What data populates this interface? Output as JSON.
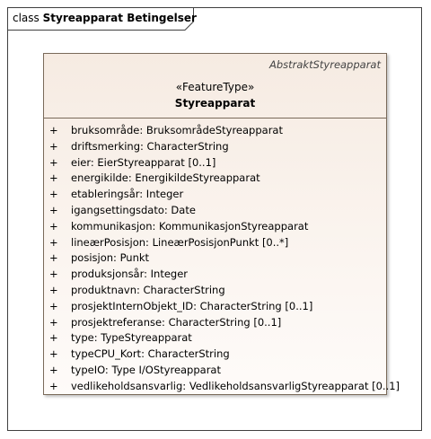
{
  "frame": {
    "kind": "class",
    "name": "Styreapparat Betingelser"
  },
  "class": {
    "parent": "AbstraktStyreapparat",
    "stereotype": "«FeatureType»",
    "name": "Styreapparat",
    "attributes": [
      {
        "visibility": "+",
        "text": "bruksområde: BruksområdeStyreapparat"
      },
      {
        "visibility": "+",
        "text": "driftsmerking: CharacterString"
      },
      {
        "visibility": "+",
        "text": "eier: EierStyreapparat [0..1]"
      },
      {
        "visibility": "+",
        "text": "energikilde: EnergikildeStyreapparat"
      },
      {
        "visibility": "+",
        "text": "etableringsår: Integer"
      },
      {
        "visibility": "+",
        "text": "igangsettingsdato: Date"
      },
      {
        "visibility": "+",
        "text": "kommunikasjon: KommunikasjonStyreapparat"
      },
      {
        "visibility": "+",
        "text": "lineærPosisjon: LineærPosisjonPunkt [0..*]"
      },
      {
        "visibility": "+",
        "text": "posisjon: Punkt"
      },
      {
        "visibility": "+",
        "text": "produksjonsår: Integer"
      },
      {
        "visibility": "+",
        "text": "produktnavn: CharacterString"
      },
      {
        "visibility": "+",
        "text": "prosjektInternObjekt_ID: CharacterString [0..1]"
      },
      {
        "visibility": "+",
        "text": "prosjektreferanse: CharacterString [0..1]"
      },
      {
        "visibility": "+",
        "text": "type: TypeStyreapparat"
      },
      {
        "visibility": "+",
        "text": "typeCPU_Kort: CharacterString"
      },
      {
        "visibility": "+",
        "text": "typeIO: Type I/OStyreapparat"
      },
      {
        "visibility": "+",
        "text": "vedlikeholdsansvarlig: VedlikeholdsansvarligStyreapparat [0..1]"
      }
    ]
  }
}
